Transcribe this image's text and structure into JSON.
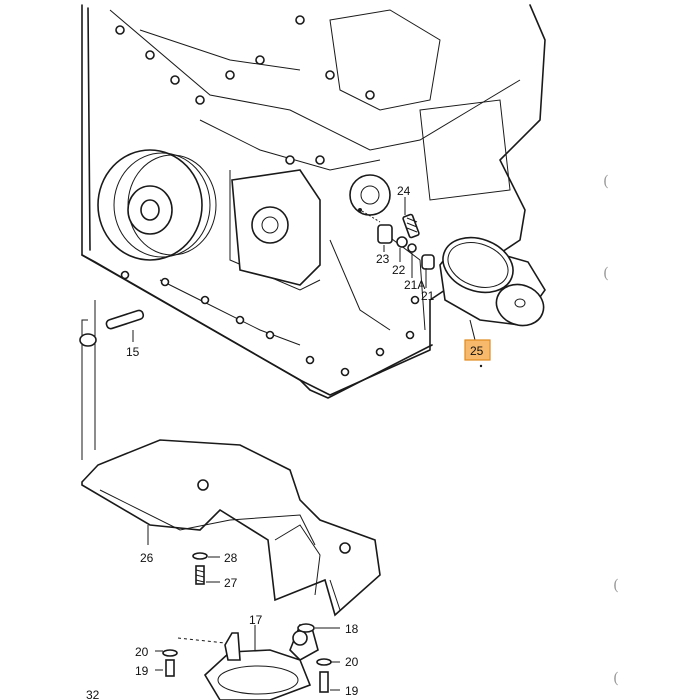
{
  "diagram": {
    "callouts": [
      {
        "id": "15",
        "label": "15"
      },
      {
        "id": "17",
        "label": "17"
      },
      {
        "id": "18",
        "label": "18"
      },
      {
        "id": "19a",
        "label": "19"
      },
      {
        "id": "19b",
        "label": "19"
      },
      {
        "id": "20a",
        "label": "20"
      },
      {
        "id": "20b",
        "label": "20"
      },
      {
        "id": "21",
        "label": "21"
      },
      {
        "id": "21A",
        "label": "21A"
      },
      {
        "id": "22",
        "label": "22"
      },
      {
        "id": "23",
        "label": "23"
      },
      {
        "id": "24",
        "label": "24"
      },
      {
        "id": "25",
        "label": "25",
        "highlighted": true
      },
      {
        "id": "26",
        "label": "26"
      },
      {
        "id": "27",
        "label": "27"
      },
      {
        "id": "28",
        "label": "28"
      },
      {
        "id": "32",
        "label": "32"
      }
    ],
    "side_marks": [
      "(",
      "(",
      "(",
      "("
    ],
    "highlight_color": "#f7b96b"
  }
}
